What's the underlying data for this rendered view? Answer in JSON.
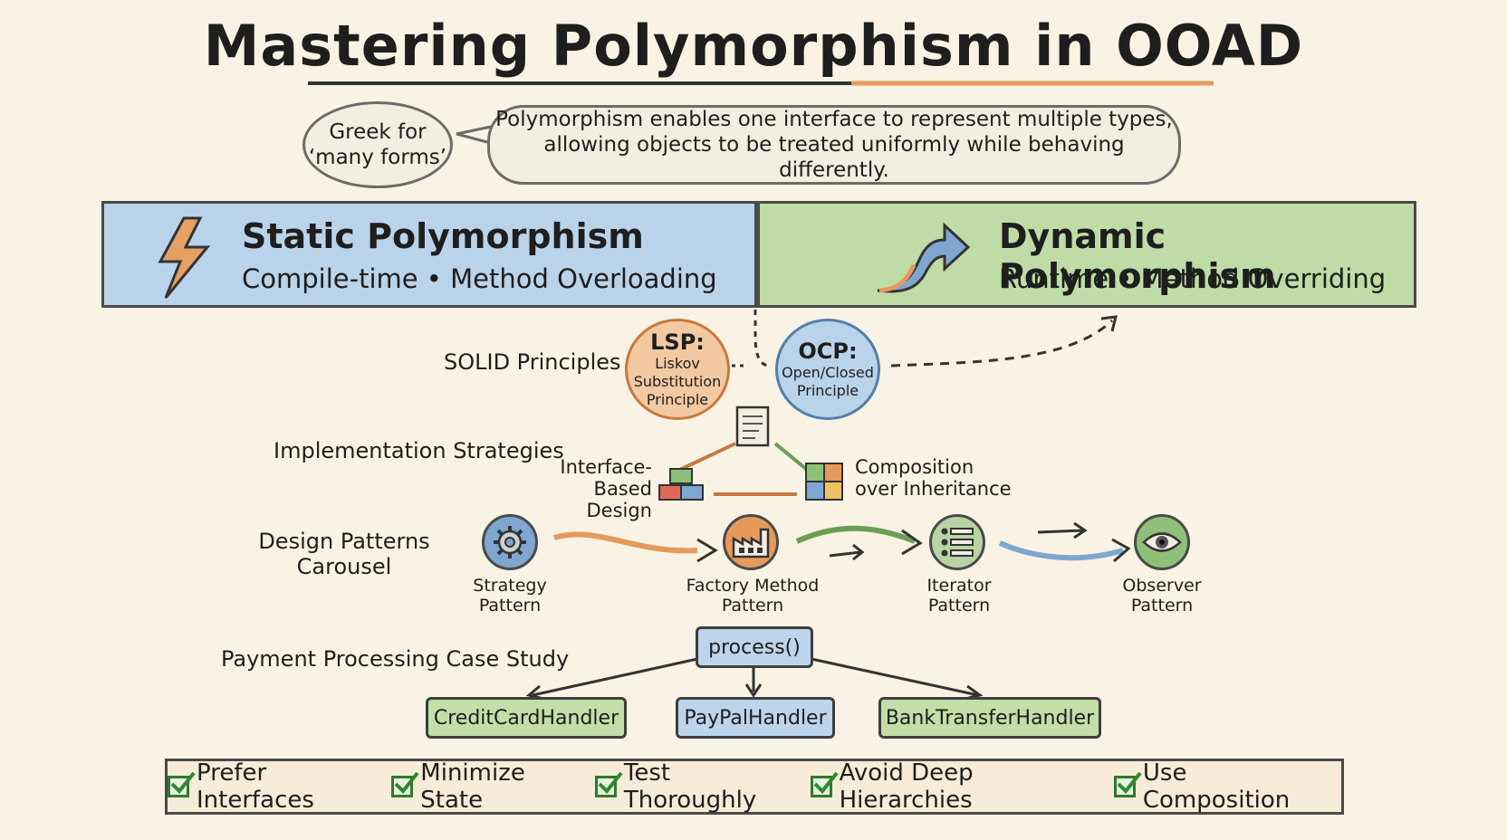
{
  "title": "Mastering Polymorphism in OOAD",
  "greek_bubble": {
    "line1": "Greek for",
    "line2": "‘many forms’"
  },
  "definition": {
    "line1": "Polymorphism enables one interface to represent multiple types,",
    "line2": "allowing objects to be treated uniformly while behaving differently."
  },
  "static": {
    "title": "Static Polymorphism",
    "subtitle": "Compile-time • Method Overloading",
    "icon": "lightning-icon"
  },
  "dynamic": {
    "title": "Dynamic Polymorphism",
    "subtitle": "Runtime • Method Overriding",
    "icon": "curved-arrow-icon"
  },
  "solid": {
    "label": "SOLID Principles",
    "lsp": {
      "title": "LSP:",
      "l1": "Liskov",
      "l2": "Substitution",
      "l3": "Principle"
    },
    "ocp": {
      "title": "OCP:",
      "l1": "Open/Closed",
      "l2": "Principle"
    }
  },
  "strategies": {
    "label": "Implementation Strategies",
    "interface": {
      "l1": "Interface-",
      "l2": "Based Design"
    },
    "composition": {
      "l1": "Composition",
      "l2": "over Inheritance"
    }
  },
  "patterns": {
    "label_l1": "Design Patterns",
    "label_l2": "Carousel",
    "items": [
      {
        "l1": "Strategy",
        "l2": "Pattern",
        "icon": "gear-icon"
      },
      {
        "l1": "Factory Method",
        "l2": "Pattern",
        "icon": "factory-icon"
      },
      {
        "l1": "Iterator",
        "l2": "Pattern",
        "icon": "list-icon"
      },
      {
        "l1": "Observer",
        "l2": "Pattern",
        "icon": "eye-icon"
      }
    ]
  },
  "case_study": {
    "label": "Payment Processing Case Study",
    "root": "process()",
    "handlers": [
      "CreditCardHandler",
      "PayPalHandler",
      "BankTransferHandler"
    ]
  },
  "checklist": [
    "Prefer Interfaces",
    "Minimize State",
    "Test Thoroughly",
    "Avoid Deep Hierarchies",
    "Use Composition"
  ],
  "colors": {
    "blue": "#b9d4ea",
    "green": "#bfdca6",
    "orange": "#f3c9a2",
    "background": "#f8f3e4"
  }
}
